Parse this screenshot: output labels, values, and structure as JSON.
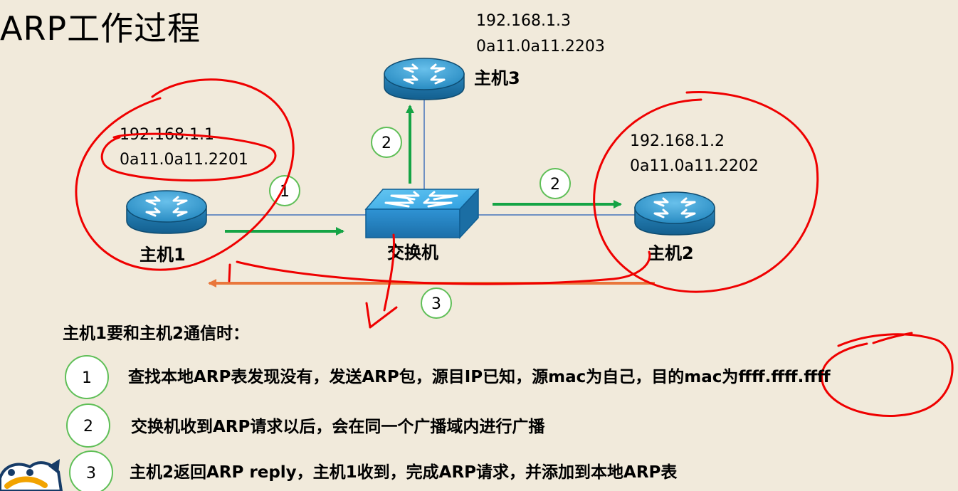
{
  "slide": {
    "title": "ARP工作过程",
    "colors": {
      "background": "#f1eadb",
      "router_blue": "#1d78ad",
      "router_top": "#48a9da",
      "router_outline": "#0e4c71",
      "switch_blue": "#2a8fd0",
      "switch_top": "#4eb4ea",
      "link_blue": "#6f90c2",
      "green_arrow": "#15a445",
      "orange_arrow": "#e9773c",
      "red_annotation": "#ef0000",
      "step_circle_border": "#5fbf57"
    },
    "hosts": [
      {
        "id": "host1",
        "name": "主机1",
        "ip": "192.168.1.1",
        "mac": "0a11.0a11.2201"
      },
      {
        "id": "host2",
        "name": "主机2",
        "ip": "192.168.1.2",
        "mac": "0a11.0a11.2202"
      },
      {
        "id": "host3",
        "name": "主机3",
        "ip": "192.168.1.3",
        "mac": "0a11.0a11.2203"
      }
    ],
    "switch": {
      "name": "交换机"
    },
    "diagram_steps": {
      "step1": "1",
      "step2_top": "2",
      "step2_right": "2",
      "step3": "3"
    },
    "description": {
      "heading": "主机1要和主机2通信时：",
      "steps": [
        {
          "number": "1",
          "text": "查找本地ARP表发现没有，发送ARP包，源目IP已知，源mac为自己，目的mac为ffff.ffff.ffff"
        },
        {
          "number": "2",
          "text": "交换机收到ARP请求以后，会在同一个广播域内进行广播"
        },
        {
          "number": "3",
          "text": "主机2返回ARP reply，主机1收到，完成ARP请求，并添加到本地ARP表"
        }
      ]
    }
  }
}
